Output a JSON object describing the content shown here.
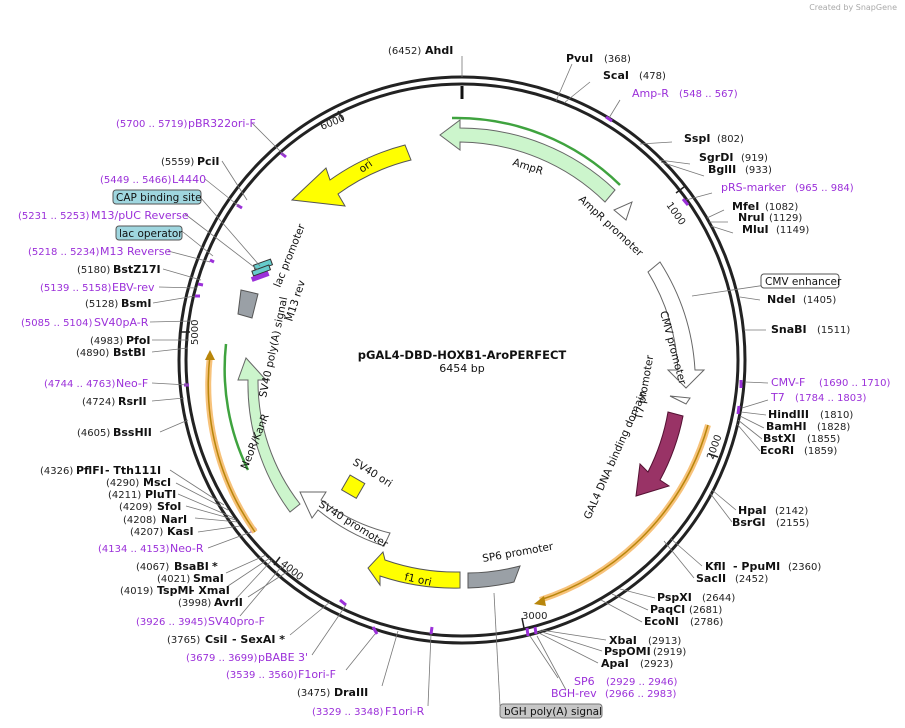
{
  "credit": "Created by SnapGene",
  "title": "pGAL4-DBD-HOXB1-AroPERFECT",
  "length": "6454 bp",
  "ticks": [
    "1000",
    "2000",
    "3000",
    "4000",
    "5000",
    "6000"
  ],
  "features": {
    "ori": "ori",
    "ampr": "AmpR",
    "ampr_promoter": "AmpR promoter",
    "cmv_promoter": "CMV promoter",
    "t7_promoter": "T7 promoter",
    "gal4": "GAL4 DNA binding domain",
    "sp6_promoter": "SP6 promoter",
    "f1_ori": "f1 ori",
    "sv40_promoter": "SV40 promoter",
    "sv40_ori": "SV40 ori",
    "neor": "NeoR/KanR",
    "sv40_polya": "SV40 poly(A) signal",
    "m13_rev": "M13 rev",
    "lac_promoter": "lac promoter"
  },
  "boxed_labels": {
    "cap": "CAP binding site",
    "lac_operator": "lac operator",
    "cmv_enhancer": "CMV enhancer",
    "bgh": "bGH poly(A) signal"
  },
  "sites": {
    "ahdi": {
      "pos": "(6452)",
      "name": "AhdI"
    },
    "pvui": {
      "name": "PvuI",
      "pos": "(368)"
    },
    "scai": {
      "name": "ScaI",
      "pos": "(478)"
    },
    "sspi": {
      "name": "SspI",
      "pos": "(802)"
    },
    "sgrdi": {
      "name": "SgrDI",
      "pos": "(919)"
    },
    "bglii": {
      "name": "BglII",
      "pos": "(933)"
    },
    "mfei": {
      "name": "MfeI",
      "pos": "(1082)"
    },
    "nrui": {
      "name": "NruI",
      "pos": "(1129)"
    },
    "mlui": {
      "name": "MluI",
      "pos": "(1149)"
    },
    "ndei": {
      "name": "NdeI",
      "pos": "(1405)"
    },
    "snabi": {
      "name": "SnaBI",
      "pos": "(1511)"
    },
    "hindiii": {
      "name": "HindIII",
      "pos": "(1810)"
    },
    "bamhi": {
      "name": "BamHI",
      "pos": "(1828)"
    },
    "bstxi": {
      "name": "BstXI",
      "pos": "(1855)"
    },
    "ecori": {
      "name": "EcoRI",
      "pos": "(1859)"
    },
    "hpai": {
      "name": "HpaI",
      "pos": "(2142)"
    },
    "bsrgi": {
      "name": "BsrGI",
      "pos": "(2155)"
    },
    "kfli": {
      "name": "KflI",
      "name2": "-  PpuMI",
      "pos": "(2360)"
    },
    "sacii": {
      "name": "SacII",
      "pos": "(2452)"
    },
    "pspxi": {
      "name": "PspXI",
      "pos": "(2644)"
    },
    "paqci": {
      "name": "PaqCI",
      "pos": "(2681)"
    },
    "econi": {
      "name": "EcoNI",
      "pos": "(2786)"
    },
    "xbai": {
      "name": "XbaI",
      "pos": "(2913)"
    },
    "pspomi": {
      "name": "PspOMI",
      "pos": "(2919)"
    },
    "apai": {
      "name": "ApaI",
      "pos": "(2923)"
    },
    "draiii": {
      "pos": "(3475)",
      "name": "DraIII"
    },
    "csii": {
      "pos": "(3765)",
      "name": "CsiI",
      "name2": "-  SexAI *"
    },
    "avrii": {
      "pos": "(3998)",
      "name": "AvrII"
    },
    "tspmi": {
      "pos": "(4019)",
      "name": "TspMI",
      "name2": "-  XmaI"
    },
    "smai": {
      "pos": "(4021)",
      "name": "SmaI"
    },
    "bsabi": {
      "pos": "(4067)",
      "name": "BsaBI",
      "name2": "*"
    },
    "kasi": {
      "pos": "(4207)",
      "name": "KasI"
    },
    "nari": {
      "pos": "(4208)",
      "name": "NarI"
    },
    "sfoi": {
      "pos": "(4209)",
      "name": "SfoI"
    },
    "pluti": {
      "pos": "(4211)",
      "name": "PluTI"
    },
    "msci": {
      "pos": "(4290)",
      "name": "MscI"
    },
    "pflfi": {
      "pos": "(4326)",
      "name": "PflFI",
      "name2": "-  Tth111I"
    },
    "bsshii": {
      "pos": "(4605)",
      "name": "BssHII"
    },
    "rsrii": {
      "pos": "(4724)",
      "name": "RsrII"
    },
    "bstbi": {
      "pos": "(4890)",
      "name": "BstBI"
    },
    "pfoi": {
      "pos": "(4983)",
      "name": "PfoI"
    },
    "bsmi": {
      "pos": "(5128)",
      "name": "BsmI"
    },
    "bstz17i": {
      "pos": "(5180)",
      "name": "BstZ17I"
    },
    "pcii": {
      "pos": "(5559)",
      "name": "PciI"
    }
  },
  "primers": {
    "ampr": {
      "name": "Amp-R",
      "range": "(548 .. 567)"
    },
    "prs": {
      "name": "pRS-marker",
      "range": "(965 .. 984)"
    },
    "cmvf": {
      "name": "CMV-F",
      "range": "(1690 .. 1710)"
    },
    "t7": {
      "name": "T7",
      "range": "(1784 .. 1803)"
    },
    "sp6": {
      "name": "SP6",
      "range": "(2929 .. 2946)"
    },
    "bghrev": {
      "name": "BGH-rev",
      "range": "(2966 .. 2983)"
    },
    "f1orir": {
      "name": "F1ori-R",
      "range": "(3329 .. 3348)"
    },
    "f1orif": {
      "name": "F1ori-F",
      "range": "(3539 .. 3560)"
    },
    "pbabe": {
      "name": "pBABE 3'",
      "range": "(3679 .. 3699)"
    },
    "sv40pro": {
      "name": "SV40pro-F",
      "range": "(3926 .. 3945)"
    },
    "neor": {
      "name": "Neo-R",
      "range": "(4134 .. 4153)"
    },
    "neof": {
      "name": "Neo-F",
      "range": "(4744 .. 4763)"
    },
    "sv40pa": {
      "name": "SV40pA-R",
      "range": "(5085 .. 5104)"
    },
    "ebv": {
      "name": "EBV-rev",
      "range": "(5139 .. 5158)"
    },
    "m13rev": {
      "name": "M13 Reverse",
      "range": "(5218 .. 5234)"
    },
    "m13puc": {
      "name": "M13/pUC Reverse",
      "range": "(5231 .. 5253)"
    },
    "l4440": {
      "name": "L4440",
      "range": "(5449 .. 5466)"
    },
    "pbr322": {
      "name": "pBR322ori-F",
      "range": "(5700 .. 5719)"
    }
  },
  "colors": {
    "backbone": "#222222",
    "primer": "#9b30d9",
    "ori": "#ffff00",
    "ampr": "#ccf5cc",
    "gal4": "#993366",
    "promoter": "#ffffff",
    "grey": "#9aa0a6",
    "lac": "#66cccc",
    "orf_highlight": "#f7c27a"
  }
}
